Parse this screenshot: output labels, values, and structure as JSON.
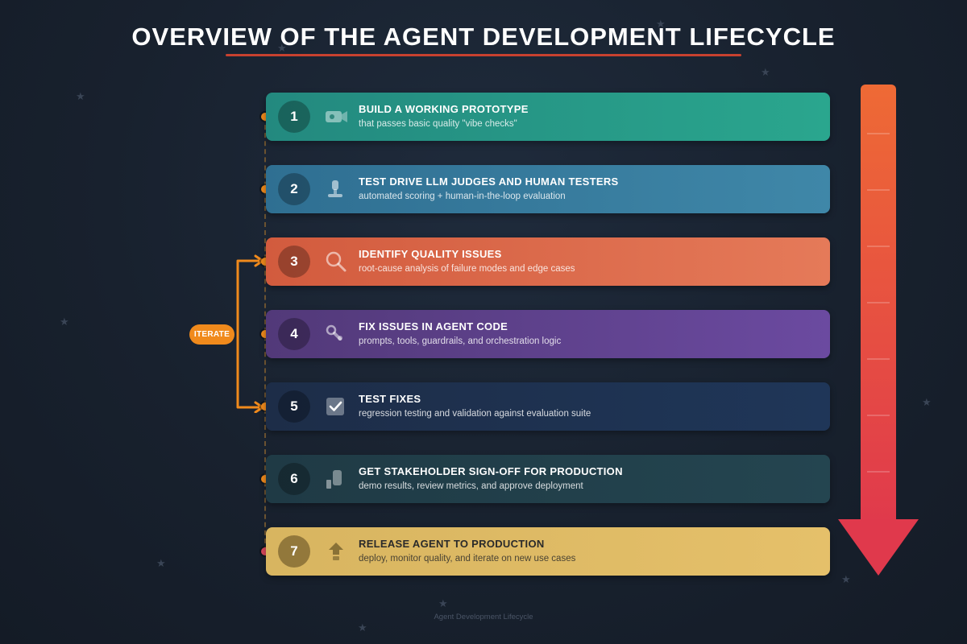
{
  "title": "OVERVIEW OF THE AGENT DEVELOPMENT LIFECYCLE",
  "iterate_label": "ITERATE",
  "footer": "Agent Development Lifecycle",
  "colors": {
    "accent_orange": "#f08a1c",
    "underline_red": "#c8412f",
    "arrow_top": "#ee6a35",
    "arrow_bottom": "#e0394c"
  },
  "steps": [
    {
      "number": "1",
      "title": "BUILD A WORKING PROTOTYPE",
      "subtitle": "that passes basic quality \"vibe checks\"",
      "icon": "camera-icon",
      "color": "#2aa68e"
    },
    {
      "number": "2",
      "title": "TEST DRIVE LLM JUDGES AND HUMAN TESTERS",
      "subtitle": "automated scoring + human-in-the-loop evaluation",
      "icon": "judge-stand-icon",
      "color": "#3f87a8"
    },
    {
      "number": "3",
      "title": "IDENTIFY QUALITY ISSUES",
      "subtitle": "root-cause analysis of failure modes and edge cases",
      "icon": "magnifier-icon",
      "color": "#e57a59"
    },
    {
      "number": "4",
      "title": "FIX ISSUES IN AGENT CODE",
      "subtitle": "prompts, tools, guardrails, and orchestration logic",
      "icon": "wrench-icon",
      "color": "#6b4aa0"
    },
    {
      "number": "5",
      "title": "TEST FIXES",
      "subtitle": "regression testing and validation against evaluation suite",
      "icon": "checkbox-icon",
      "color": "#1f3658"
    },
    {
      "number": "6",
      "title": "GET STAKEHOLDER SIGN-OFF FOR PRODUCTION",
      "subtitle": "demo results, review metrics, and approve deployment",
      "icon": "bar-chart-icon",
      "color": "#244550"
    },
    {
      "number": "7",
      "title": "RELEASE AGENT TO PRODUCTION",
      "subtitle": "deploy, monitor quality, and iterate on new use cases",
      "icon": "rocket-icon",
      "color": "#e5c06a"
    }
  ]
}
